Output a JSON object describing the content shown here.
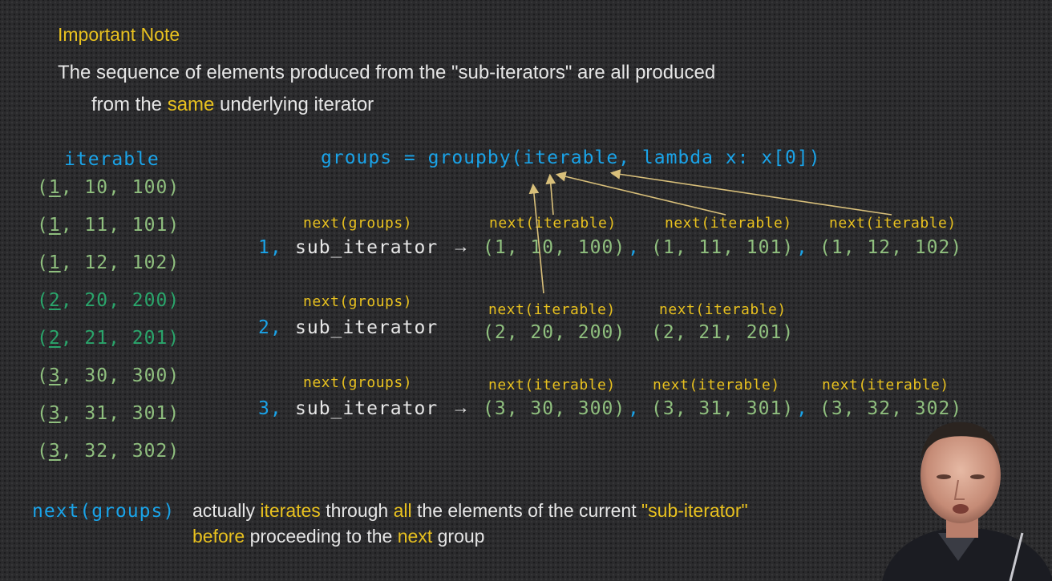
{
  "slide": {
    "title": {
      "part1": "Important",
      "part2": "Note"
    },
    "intro": {
      "line1": "The sequence of elements produced from the \"sub-iterators\" are all produced",
      "line2_pre": "from the ",
      "line2_hl": "same",
      "line2_post": " underlying iterator"
    },
    "iterable": {
      "label": "iterable",
      "rows": [
        {
          "key": "1",
          "rest": ", 10, 100)"
        },
        {
          "key": "1",
          "rest": ", 11, 101)"
        },
        {
          "key": "1",
          "rest": ", 12, 102)"
        },
        {
          "key": "2",
          "rest": ", 20, 200)"
        },
        {
          "key": "2",
          "rest": ", 21, 201)"
        },
        {
          "key": "3",
          "rest": ", 30, 300)"
        },
        {
          "key": "3",
          "rest": ", 31, 301)"
        },
        {
          "key": "3",
          "rest": ", 32, 302)"
        }
      ],
      "open_paren": "("
    },
    "groups_code": "groups = groupby(iterable, lambda x: x[0])",
    "labels": {
      "next_groups": "next(groups)",
      "next_iterable": "next(iterable)"
    },
    "groups": [
      {
        "key": "1,",
        "name": "sub_iterator",
        "arrow": "→",
        "tuples": [
          "(1, 10, 100)",
          "(1, 11, 101)",
          "(1, 12, 102)"
        ]
      },
      {
        "key": "2,",
        "name": "sub_iterator",
        "arrow": "",
        "tuples": [
          "(2, 20, 200)",
          "(2, 21, 201)"
        ]
      },
      {
        "key": "3,",
        "name": "sub_iterator",
        "arrow": "→",
        "tuples": [
          "(3, 30, 300)",
          "(3, 31, 301)",
          "(3, 32, 302)"
        ]
      }
    ],
    "separator": ",",
    "footer": {
      "code": "next(groups)",
      "line1": [
        {
          "t": "actually ",
          "c": "white"
        },
        {
          "t": "iterates",
          "c": "yellow"
        },
        {
          "t": " through ",
          "c": "white"
        },
        {
          "t": "all",
          "c": "yellow"
        },
        {
          "t": " the elements of the current ",
          "c": "white"
        },
        {
          "t": "\"sub-iterator\"",
          "c": "yellow"
        }
      ],
      "line2": [
        {
          "t": "before",
          "c": "yellow"
        },
        {
          "t": " proceeding to the ",
          "c": "white"
        },
        {
          "t": "next",
          "c": "yellow"
        },
        {
          "t": " group",
          "c": "white"
        }
      ]
    },
    "colors": {
      "background": "#2b2b2d",
      "text": "#e6e6e6",
      "highlight": "#e8c11f",
      "code_blue": "#1aa3e8",
      "tuple_green": "#8fbf7e",
      "group2_green": "#2aa56b",
      "arrow_line": "#d8bf7a"
    }
  }
}
